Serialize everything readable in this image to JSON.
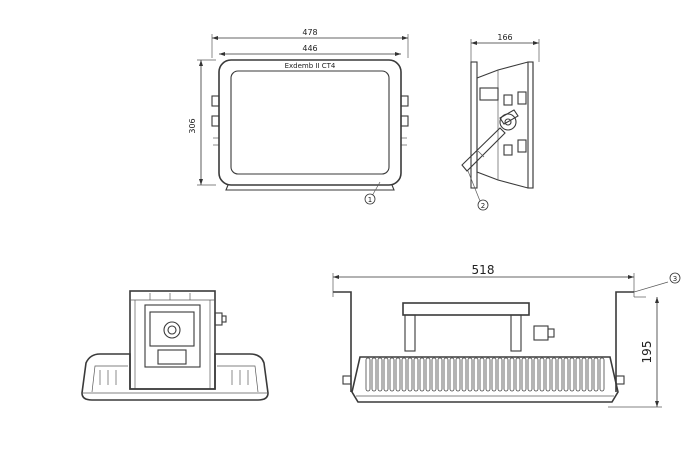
{
  "front_view": {
    "dim_overall_width": "478",
    "dim_inner_width": "446",
    "dim_height": "306",
    "marking": "Exdemb II CT4",
    "callout": "1"
  },
  "side_view": {
    "dim_depth": "166",
    "callout": "2"
  },
  "bottom_side_view": {
    "dim_mounting_width": "518",
    "dim_height": "195",
    "callout": "3"
  }
}
